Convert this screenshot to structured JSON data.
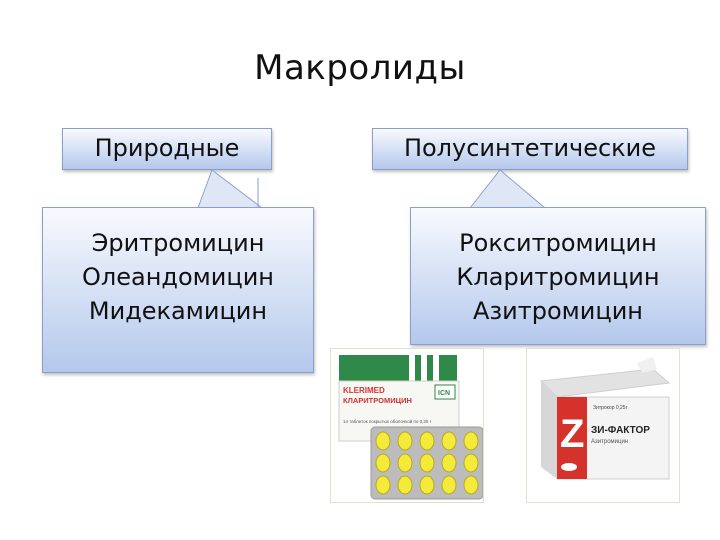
{
  "title": "Макролиды",
  "groups": [
    {
      "heading": "Природные",
      "drugs": [
        "Эритромицин",
        "Олеандомицин",
        "Мидекамицин"
      ]
    },
    {
      "heading": "Полусинтетические",
      "drugs": [
        "Рокситромицин",
        "Кларитромицин",
        "Азитромицин"
      ]
    }
  ],
  "photos": {
    "left": {
      "brand": "KLERIMED",
      "name": "КЛАРИТРОМИЦИН",
      "logo": "ICN",
      "note": "14 таблеток покрытых оболочкой по 0,25 г",
      "tablet_color": "#f3ea3a"
    },
    "right": {
      "dose": "Зитрокор 0,25г",
      "name": "ЗИ-ФАКТОР",
      "sub": "Азитромицин",
      "logo_letter": "Z",
      "accent": "#d4322a"
    }
  },
  "colors": {
    "box_top": "#f8fafe",
    "box_bottom": "#b4c8ec",
    "box_border": "#8aa0c8"
  }
}
